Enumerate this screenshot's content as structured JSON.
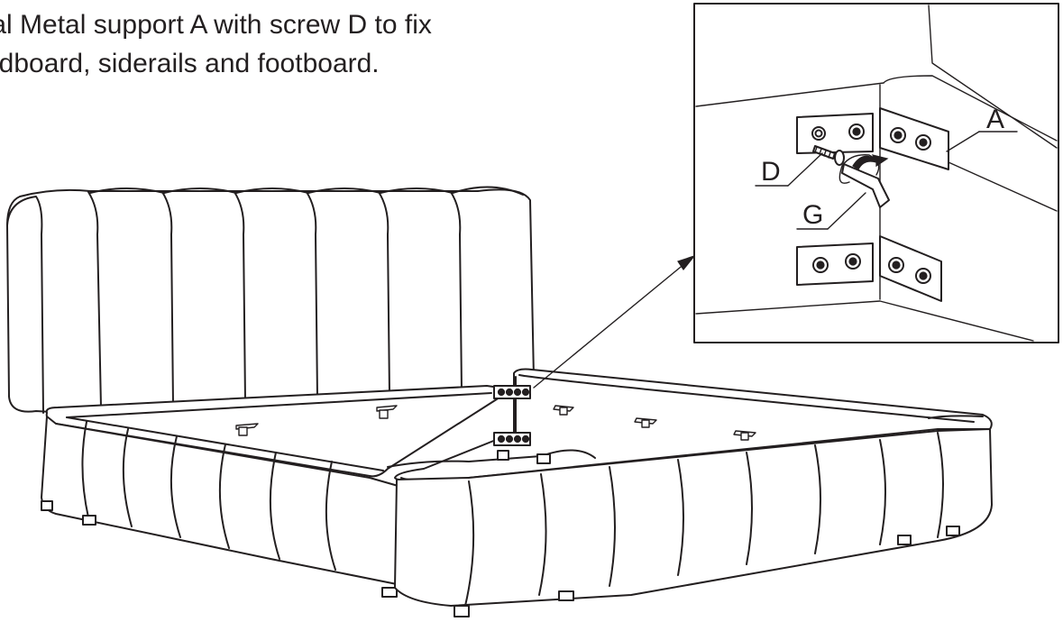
{
  "instruction": {
    "line1": "tal Metal support A  with screw D to fix",
    "line2": "adboard, siderails and footboard."
  },
  "detail_labels": {
    "support": "A",
    "screw": "D",
    "wrench": "G"
  },
  "colors": {
    "ink": "#231f20",
    "paper": "#ffffff"
  }
}
